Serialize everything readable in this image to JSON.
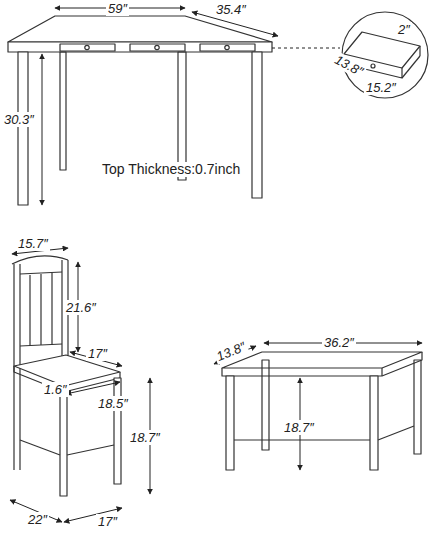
{
  "diagram": {
    "labels": [
      "59″",
      "35.4″",
      "30.3″",
      "Top Thickness:0.7inch",
      "2″",
      "13.8″",
      "15.2″",
      "15.7″",
      "21.6″",
      "17″",
      "1.6″",
      "18.5″",
      "18.7″",
      "22″",
      "17″",
      "13.8″",
      "36.2″",
      "18.7″"
    ]
  }
}
